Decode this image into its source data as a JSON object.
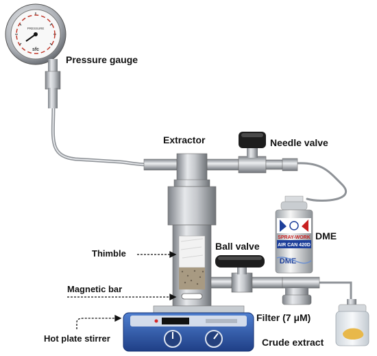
{
  "labels": {
    "pressure_gauge": "Pressure gauge",
    "extractor": "Extractor",
    "needle_valve": "Needle valve",
    "dme": "DME",
    "thimble": "Thimble",
    "ball_valve": "Ball valve",
    "magnetic_bar": "Magnetic bar",
    "filter": "Filter (7 μM)",
    "hot_plate_stirrer": "Hot plate stirrer",
    "crude_extract": "Crude extract"
  },
  "gauge_face": {
    "brand": "sfc",
    "scale_text": "PRESSURE"
  },
  "can_text": {
    "line1": "SPRAY-WORK",
    "line2": "AIR CAN 420D",
    "line3": "DME"
  },
  "colors": {
    "steel": "#b8bcc2",
    "hotplate_blue": "#2f56a8",
    "black": "#1a1a1a",
    "extract": "#e8b84a"
  }
}
